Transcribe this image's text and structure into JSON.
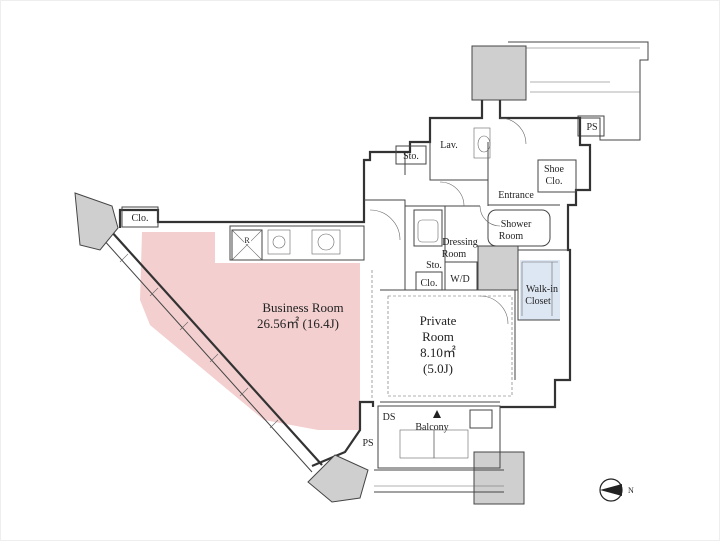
{
  "rooms": {
    "business_room": {
      "name": "Business Room",
      "size": "26.56㎡ (16.4J)"
    },
    "private_room": {
      "name_line1": "Private",
      "name_line2": "Room",
      "size_line1": "8.10㎡",
      "size_line2": "(5.0J)"
    },
    "lav": "Lav.",
    "entrance": "Entrance",
    "shoe_clo_line1": "Shoe",
    "shoe_clo_line2": "Clo.",
    "shower_line1": "Shower",
    "shower_line2": "Room",
    "dressing_line1": "Dressing",
    "dressing_line2": "Room",
    "walkin_line1": "Walk-in",
    "walkin_line2": "Closet",
    "balcony": "Balcony",
    "wd": "W/D",
    "sto_top": "Sto.",
    "sto_mid": "Sto.",
    "clo_left": "Clo.",
    "clo_mid": "Clo.",
    "ps_top": "PS",
    "ps_bottom": "PS",
    "ds": "DS",
    "fridge_mark": "R"
  },
  "compass": {
    "label": "N"
  },
  "colors": {
    "highlight": "#f3cfcf",
    "blue_highlight": "#dde6f3",
    "wall": "#333333",
    "column": "#cfcfcf",
    "background": "#ffffff",
    "frame": "#eeeeee"
  }
}
